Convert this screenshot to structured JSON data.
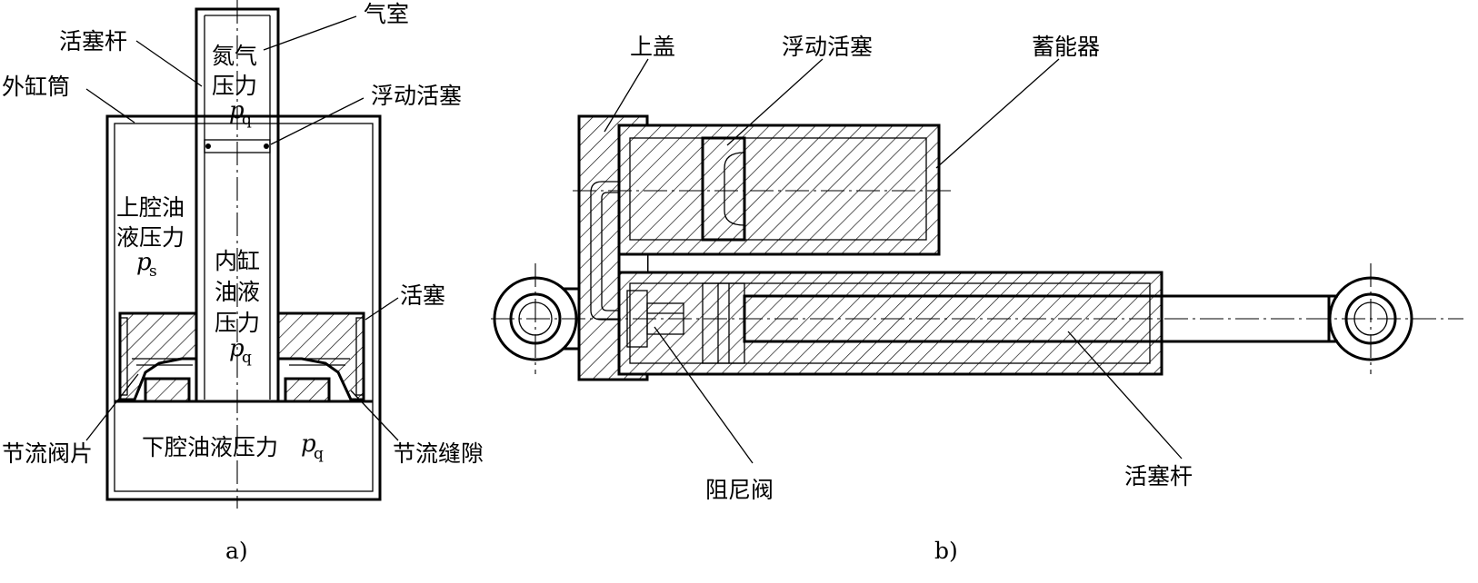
{
  "figure_a": {
    "caption": "a)",
    "labels": {
      "piston_rod": "活塞杆",
      "gas_chamber": "气室",
      "outer_cylinder": "外缸筒",
      "floating_piston": "浮动活塞",
      "nitrogen_pressure_line1": "氮气",
      "nitrogen_pressure_line2": "压力",
      "nitrogen_symbol": "p",
      "nitrogen_sub": "q",
      "upper_chamber_line1": "上腔油",
      "upper_chamber_line2": "液压力",
      "upper_symbol": "p",
      "upper_sub": "s",
      "inner_cyl_line1": "内缸",
      "inner_cyl_line2": "油液",
      "inner_cyl_line3": "压力",
      "inner_symbol": "p",
      "inner_sub": "q",
      "piston": "活塞",
      "throttle_valve_plate": "节流阀片",
      "throttle_gap": "节流缝隙",
      "lower_chamber": "下腔油液压力",
      "lower_symbol": "p",
      "lower_sub": "q"
    }
  },
  "figure_b": {
    "caption": "b)",
    "labels": {
      "upper_cover": "上盖",
      "floating_piston": "浮动活塞",
      "accumulator": "蓄能器",
      "damping_valve": "阻尼阀",
      "piston_rod": "活塞杆"
    }
  }
}
